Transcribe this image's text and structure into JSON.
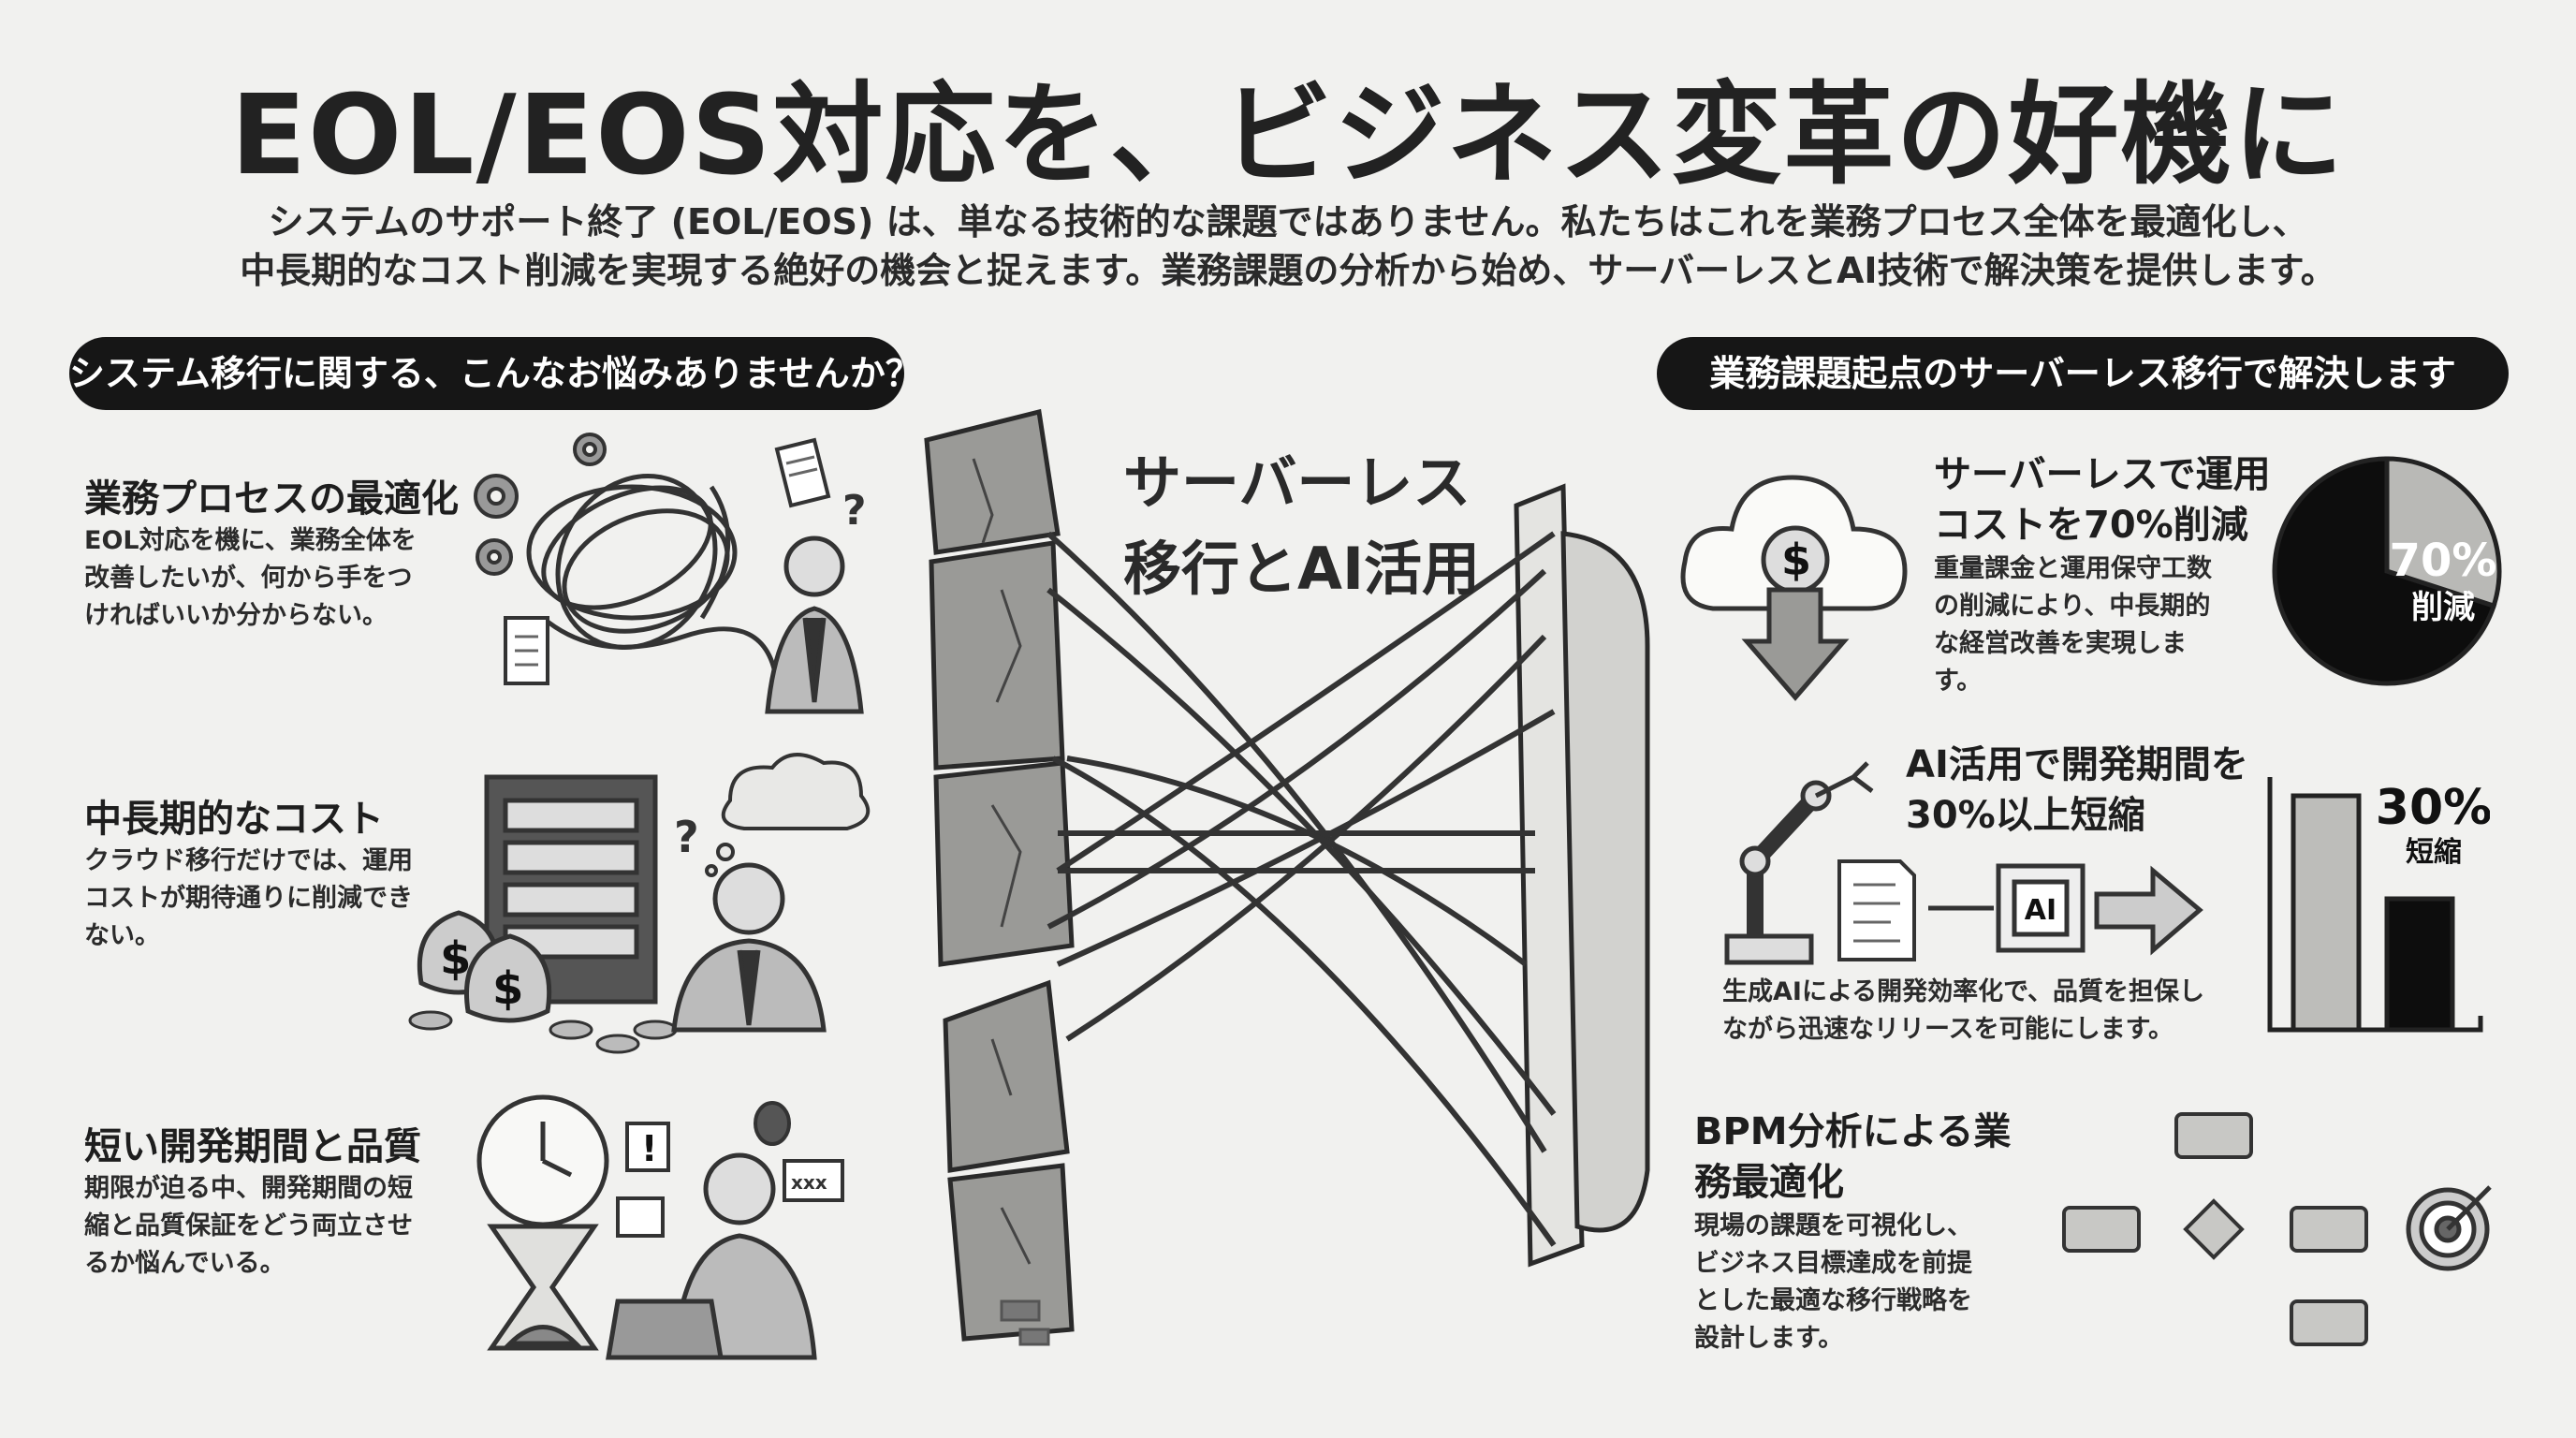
{
  "title": "EOL/EOS対応を、ビジネス変革の好機に",
  "intro": {
    "line1": "システムのサポート終了 (EOL/EOS) は、単なる技術的な課題ではありません。私たちはこれを業務プロセス全体を最適化し、",
    "line2": "中長期的なコスト削減を実現する絶好の機会と捉えます。業務課題の分析から始め、サーバーレスとAI技術で解決策を提供します。"
  },
  "problems": {
    "header": "システム移行に関する、こんなお悩みありませんか？",
    "items": [
      {
        "title": "業務プロセスの最適化",
        "lines": [
          "EOL対応を機に、業務全体を",
          "改善したいが、何から手をつ",
          "ければいいか分からない。"
        ],
        "icon": "tangled-process-icon"
      },
      {
        "title": "中長期的なコスト",
        "lines": [
          "クラウド移行だけでは、運用",
          "コストが期待通りに削減でき",
          "ない。"
        ],
        "icon": "server-cost-icon"
      },
      {
        "title": "短い開発期間と品質",
        "lines": [
          "期限が迫る中、開発期間の短",
          "縮と品質保証をどう両立させ",
          "るか悩んでいる。"
        ],
        "icon": "hourglass-stress-icon"
      }
    ]
  },
  "bridge": {
    "label_line1": "サーバーレス",
    "label_line2": "移行とAI活用"
  },
  "solutions": {
    "header": "業務課題起点のサーバーレス移行で解決します",
    "items": [
      {
        "title_lines": [
          "サーバーレスで運用",
          "コストを70%削減"
        ],
        "lines": [
          "重量課金と運用保守工数",
          "の削減により、中長期的",
          "な経営改善を実現しま",
          "す。"
        ]
      },
      {
        "title_lines": [
          "AI活用で開発期間を",
          "30%以上短縮"
        ],
        "lines": [
          "生成AIによる開発効率化で、品質を担保し",
          "ながら迅速なリリースを可能にします。"
        ]
      },
      {
        "title_lines": [
          "BPM分析による業",
          "務最適化"
        ],
        "lines": [
          "現場の課題を可視化し、",
          "ビジネス目標達成を前提",
          "とした最適な移行戦略を",
          "設計します。"
        ]
      }
    ],
    "dollar_symbol": "$",
    "ai_chip_label": "AI",
    "cost_badge_big": "70%",
    "cost_badge_small": "削減",
    "time_badge_big": "30%",
    "time_badge_small": "短縮"
  },
  "chart_data": [
    {
      "type": "pie",
      "title": "",
      "slices": [
        {
          "name": "削減",
          "value": 70,
          "color": "#0d0d0d"
        },
        {
          "name": "",
          "value": 30,
          "color": "#b9b9b6"
        }
      ],
      "annotation": "70% 削減"
    },
    {
      "type": "bar",
      "title": "",
      "categories": [
        "",
        ""
      ],
      "values": [
        100,
        56
      ],
      "colors": [
        "#bdbdba",
        "#0d0d0d"
      ],
      "annotation": "30% 短縮"
    }
  ]
}
